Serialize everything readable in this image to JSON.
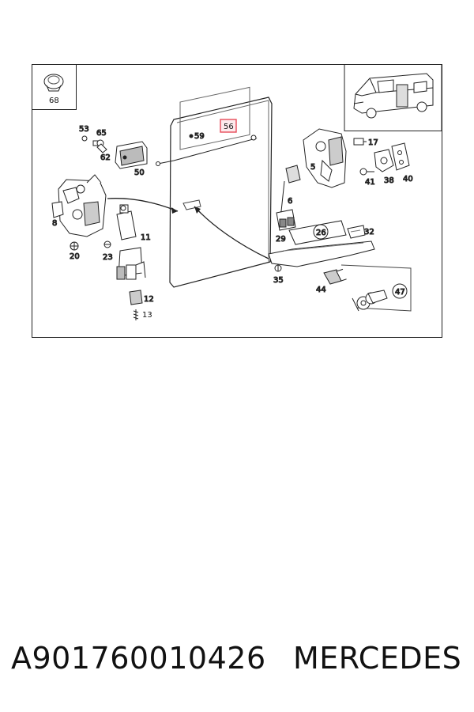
{
  "diagram": {
    "highlight_color": "#e74c5a",
    "labels": {
      "p68": "68",
      "p53": "53",
      "p65": "65",
      "p62": "62",
      "p50": "50",
      "p56": "56",
      "p59": "59",
      "p17": "17",
      "p5": "5",
      "p41": "41",
      "p38": "38",
      "p40": "40",
      "p6": "6",
      "p8": "8",
      "p11": "11",
      "p20": "20",
      "p23": "23",
      "p12": "12",
      "p13": "13",
      "p26": "26",
      "p32": "32",
      "p29": "29",
      "p35": "35",
      "p44": "44",
      "p47": "47"
    }
  },
  "caption": {
    "part_number": "A901760010426",
    "brand": "MERCEDES"
  }
}
